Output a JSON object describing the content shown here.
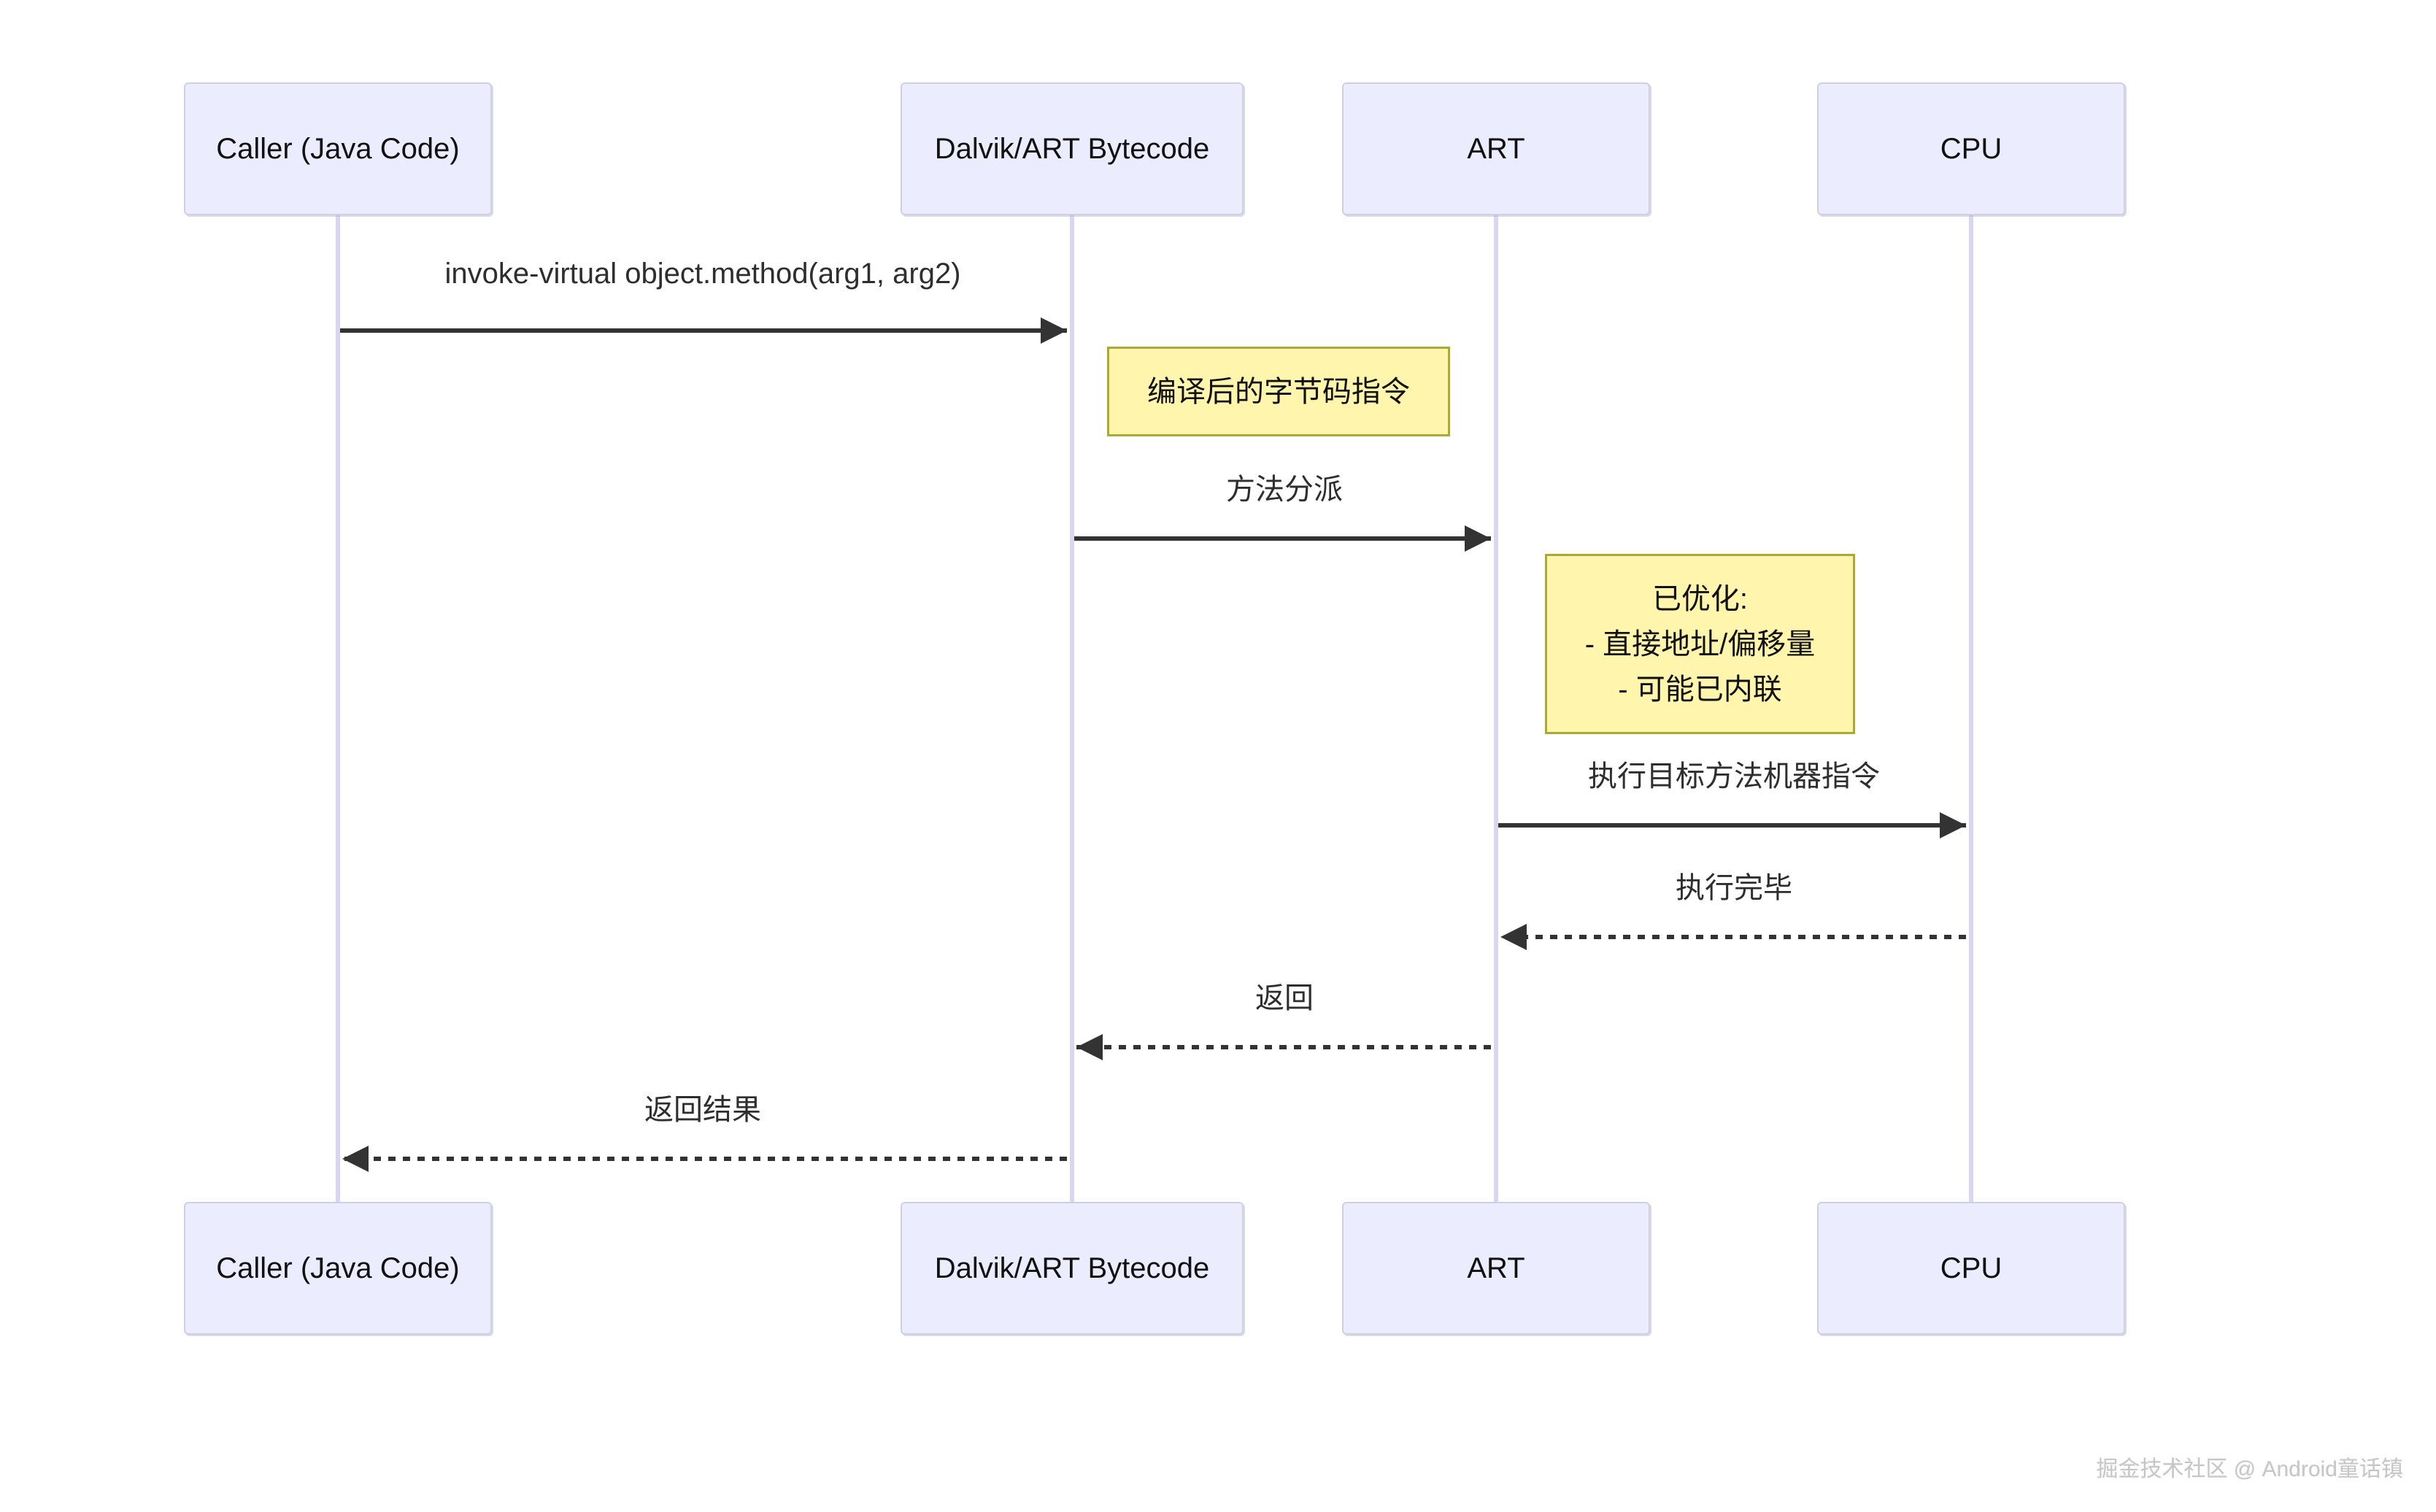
{
  "diagram": {
    "type": "sequence",
    "actors": [
      {
        "id": "caller",
        "label": "Caller (Java Code)"
      },
      {
        "id": "dalvik",
        "label": "Dalvik/ART Bytecode"
      },
      {
        "id": "art",
        "label": "ART"
      },
      {
        "id": "cpu",
        "label": "CPU"
      }
    ],
    "messages": [
      {
        "from": "Caller (Java Code)",
        "to": "Dalvik/ART Bytecode",
        "label": "invoke-virtual object.method(arg1, arg2)",
        "style": "solid"
      },
      {
        "from": "Dalvik/ART Bytecode",
        "to": "ART",
        "label": "方法分派",
        "style": "solid"
      },
      {
        "from": "ART",
        "to": "CPU",
        "label": "执行目标方法机器指令",
        "style": "solid"
      },
      {
        "from": "CPU",
        "to": "ART",
        "label": "执行完毕",
        "style": "dashed"
      },
      {
        "from": "ART",
        "to": "Dalvik/ART Bytecode",
        "label": "返回",
        "style": "dashed"
      },
      {
        "from": "Dalvik/ART Bytecode",
        "to": "Caller (Java Code)",
        "label": "返回结果",
        "style": "dashed"
      }
    ],
    "notes": [
      {
        "target": "Dalvik/ART Bytecode",
        "position": "right",
        "lines": [
          "编译后的字节码指令"
        ]
      },
      {
        "target": "ART",
        "position": "right",
        "lines": [
          "已优化:",
          "- 直接地址/偏移量",
          "- 可能已内联"
        ]
      }
    ],
    "colors": {
      "actor_fill": "#ECECFF",
      "actor_border": "#CFCFE6",
      "lifeline": "#DAD5F2",
      "note_fill": "#FFF5AD",
      "note_border": "#AAAA33",
      "arrow": "#333333"
    },
    "watermark": "掘金技术社区 @ Android童话镇"
  }
}
